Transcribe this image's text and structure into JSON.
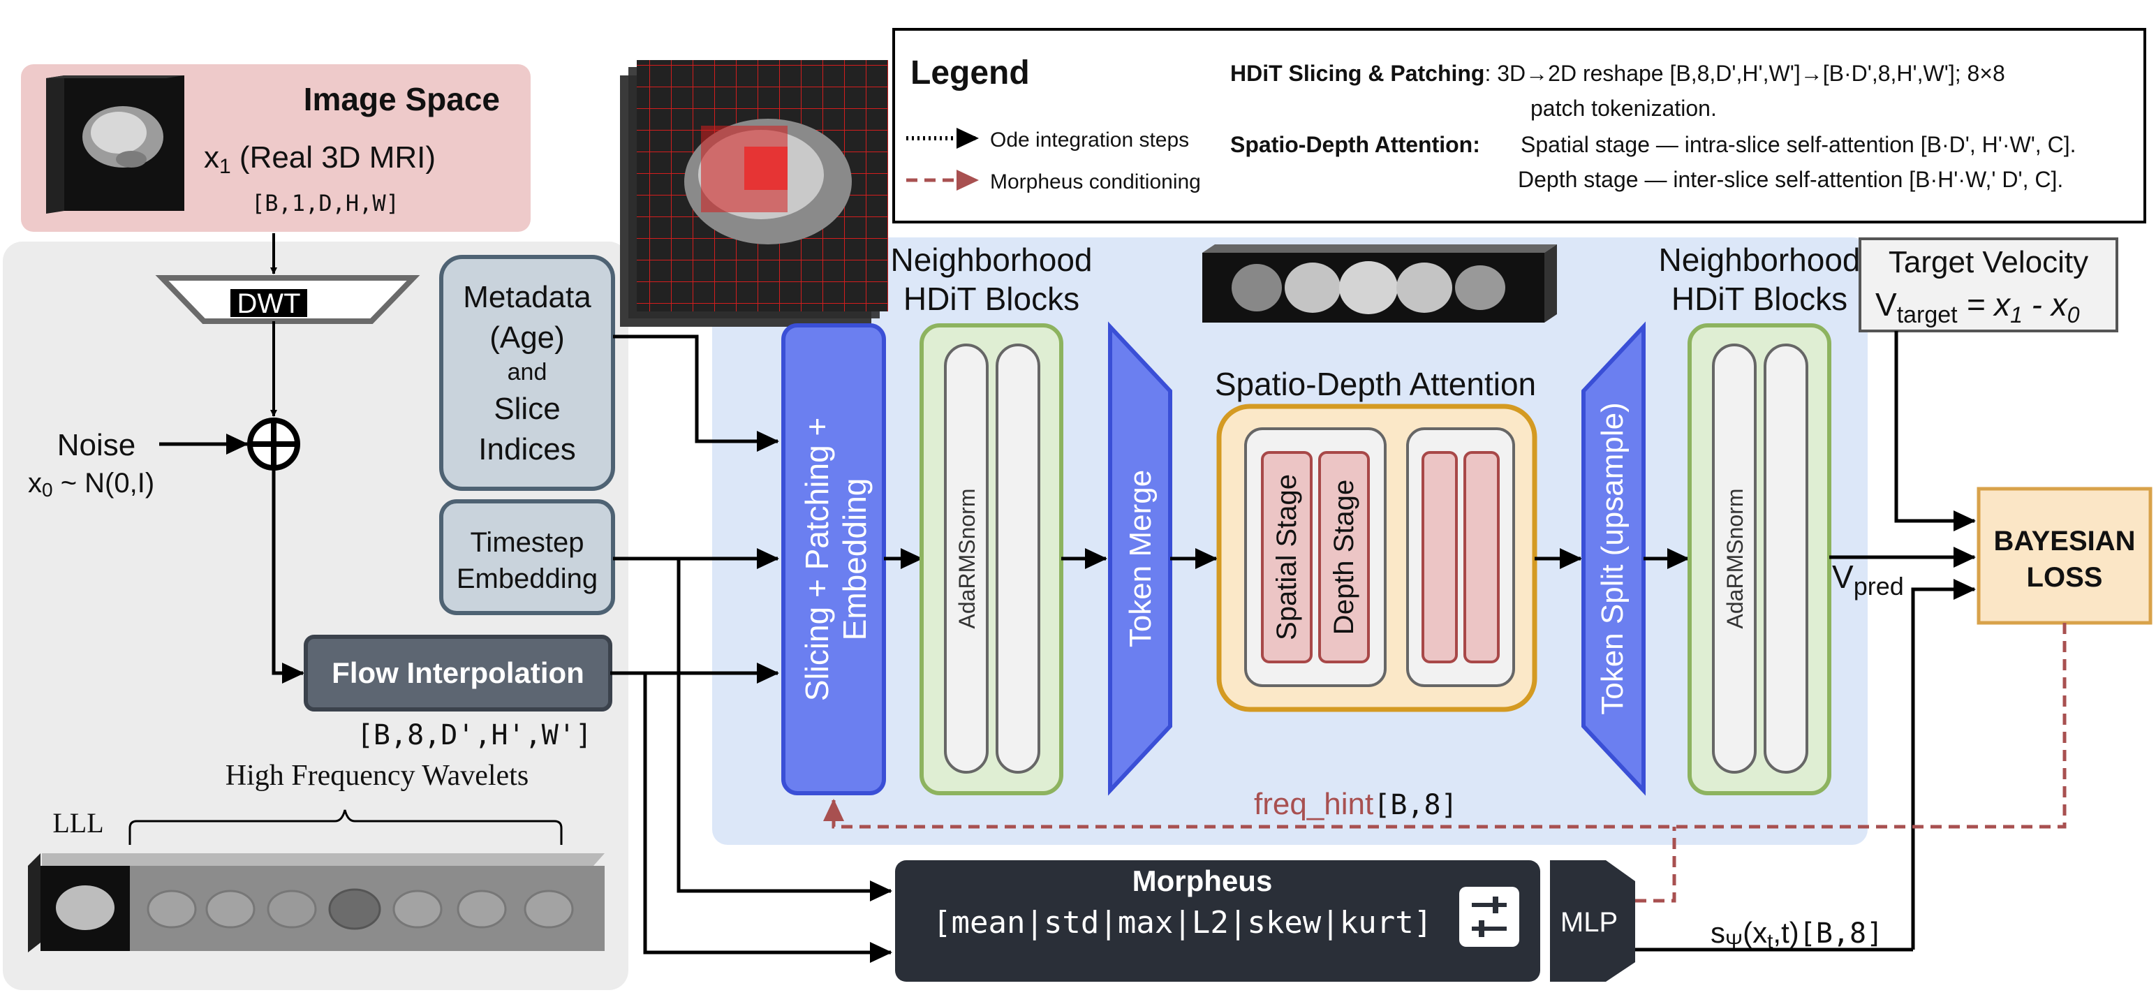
{
  "legend": {
    "title": "Legend",
    "ode_label": "Ode integration steps",
    "morpheus_label": "Morpheus conditioning",
    "slicing_title": "HDiT Slicing & Patching",
    "slicing_line1": ": 3D→2D reshape [B,8,D',H',W']→[B·D',8,H',W']; 8×8",
    "slicing_line2": "patch tokenization.",
    "spatio_title": "Spatio-Depth Attention:",
    "spatio_line1": "Spatial stage — intra-slice self-attention [B·D', H'·W', C].",
    "spatio_line2": "Depth stage  — inter-slice self-attention  [B·H'·W,' D', C]."
  },
  "image_space": {
    "title": "Image Space",
    "x1_prefix": "x",
    "x1_sub": "1",
    "x1_suffix": " (Real 3D MRI)",
    "shape": "[B,1,D,H,W]"
  },
  "dwt": {
    "label": "DWT"
  },
  "noise": {
    "label": "Noise",
    "dist_prefix": "x",
    "dist_sub": "0",
    "dist_suffix": " ~ N(0,I)"
  },
  "flow_interp": {
    "label": "Flow Interpolation",
    "shape": "[B,8,D',H',W']"
  },
  "wavelets": {
    "title": "High Frequency Wavelets",
    "lll": "LLL"
  },
  "metadata": {
    "line1": "Metadata",
    "line2": "(Age)",
    "line3": "and",
    "line4": "Slice",
    "line5": "Indices"
  },
  "timestep": {
    "line1": "Timestep",
    "line2": "Embedding"
  },
  "slicing_block": {
    "line1": "Slicing + Patching +",
    "line2": "Embedding"
  },
  "hdit_left": {
    "line1": "Neighborhood",
    "line2": "HDiT Blocks",
    "norm": "AdaRMSnorm"
  },
  "token_merge": {
    "label": "Token Merge"
  },
  "spatio_depth": {
    "title": "Spatio-Depth Attention",
    "spatial": "Spatial Stage",
    "depth": "Depth Stage"
  },
  "token_split": {
    "label": "Token Split (upsample)"
  },
  "hdit_right": {
    "line1": "Neighborhood",
    "line2": "HDiT Blocks",
    "norm": "AdaRMSnorm"
  },
  "target": {
    "title": "Target Velocity",
    "v": "V",
    "v_sub": "target",
    "eq_pre": " = x",
    "eq_s1": "1",
    "eq_mid": " - x",
    "eq_s0": "0"
  },
  "vpred": {
    "v": "V",
    "sub": "pred"
  },
  "loss": {
    "line1": "BAYESIAN",
    "line2": "LOSS"
  },
  "freq_hint": {
    "label": "freq_hint",
    "shape": "[B,8]"
  },
  "morpheus": {
    "title": "Morpheus",
    "stats": "[mean|std|max|L2|skew|kurt]",
    "mlp": "MLP"
  },
  "s_psi": {
    "s": "s",
    "psi": "Ψ",
    "args_pre": "(x",
    "args_sub": "t",
    "args_post": ",t)",
    "shape": "[B,8]"
  },
  "colors": {
    "image_space_bg": "#eecaca",
    "gray_panel": "#ececec",
    "blue_panel": "#dce7f8",
    "blue_block": "#6b7ff0",
    "blue_stroke": "#3a4fd6",
    "green_fill": "#dfeed3",
    "green_stroke": "#8db35f",
    "orange_fill": "#fbe8c8",
    "orange_stroke": "#d49a22",
    "pink_fill": "#ecc5c5",
    "pink_stroke": "#a84848",
    "meta_fill": "#c9d3dc",
    "meta_stroke": "#4e6273",
    "flow_fill": "#5d6672",
    "morpheus_fill": "#2a2f38",
    "loss_fill": "#fbe6c6",
    "loss_stroke": "#d8a24a",
    "dashed": "#a85050"
  }
}
